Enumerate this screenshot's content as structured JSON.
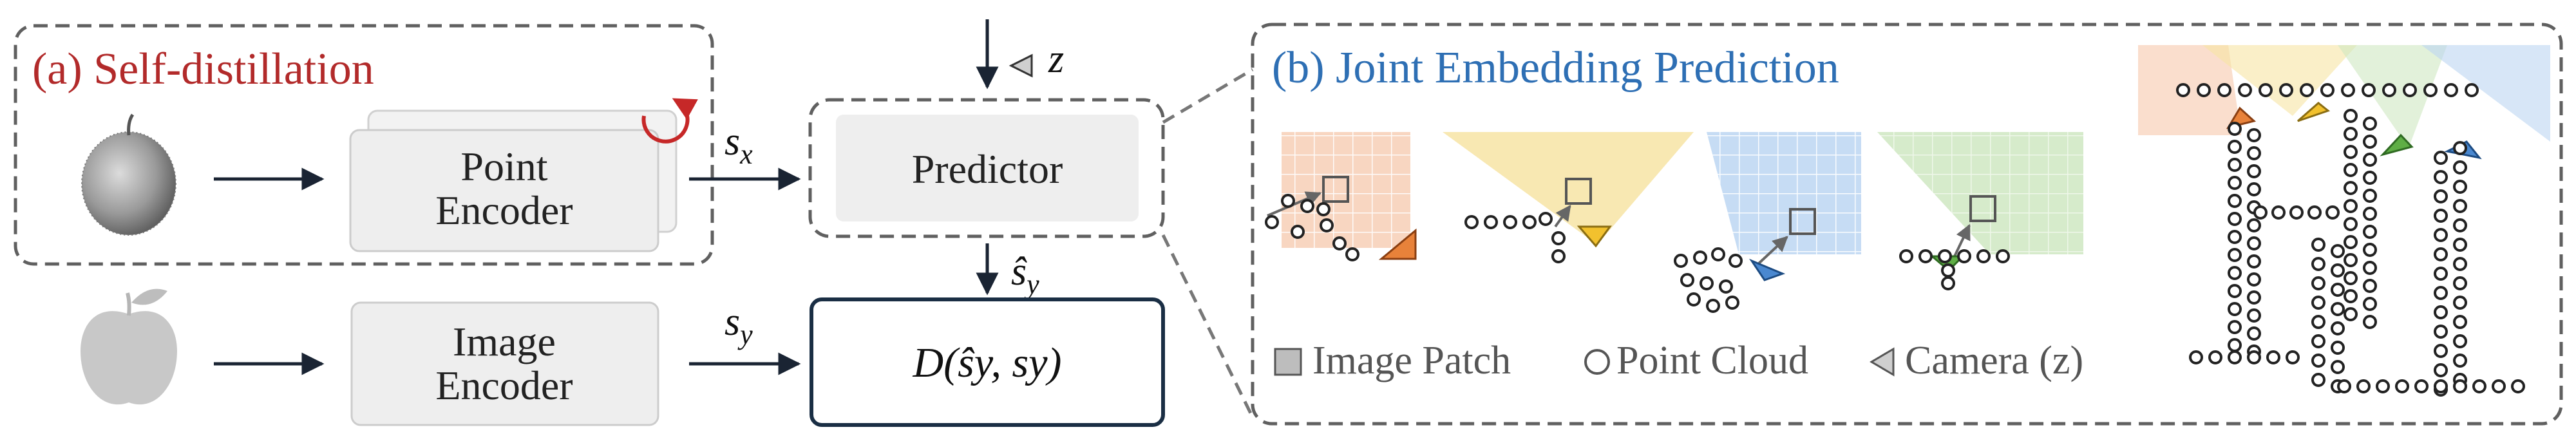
{
  "panel_a": {
    "title": "(a) Self-distillation",
    "point_encoder": [
      "Point",
      "Encoder"
    ],
    "image_encoder": [
      "Image",
      "Encoder"
    ],
    "predictor": "Predictor",
    "sx": "s",
    "sx_sub": "x",
    "sy": "s",
    "sy_sub": "y",
    "z": "z",
    "shat": "ŝ",
    "shat_sub": "y",
    "distance": "D(ŝy, sy)"
  },
  "panel_b": {
    "title": "(b) Joint Embedding Prediction",
    "legend": {
      "image_patch": "Image Patch",
      "point_cloud": "Point Cloud",
      "camera": "Camera (z)"
    }
  },
  "colors": {
    "red": "#b22a2a",
    "blue": "#2e6fb4",
    "dashed": "#606060",
    "box_fill": "#eeeeee",
    "orange": "#e8823a",
    "yellow": "#f2c12e",
    "light_blue": "#4a88d0",
    "green": "#5fae45"
  }
}
